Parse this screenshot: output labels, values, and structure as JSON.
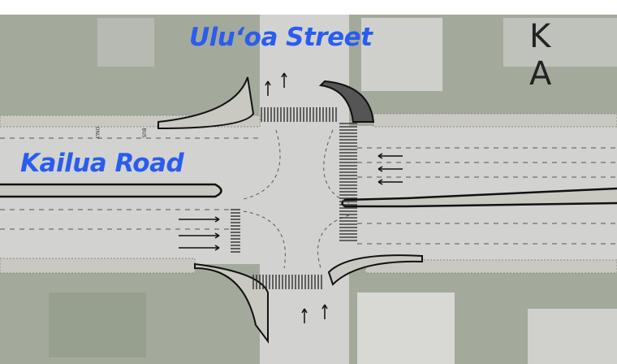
{
  "labels": {
    "cross_street": "Ulu‘oa Street",
    "main_road": "Kailua Road",
    "plan_title_partial": "K A"
  },
  "pavement_markings": [
    "ONLY",
    "BUS"
  ],
  "colors": {
    "label_blue": "#2a5cf0",
    "road_gray": "#d2d3d0",
    "aerial_green": "#9fa797",
    "sidewalk": "#c9c9c2"
  }
}
